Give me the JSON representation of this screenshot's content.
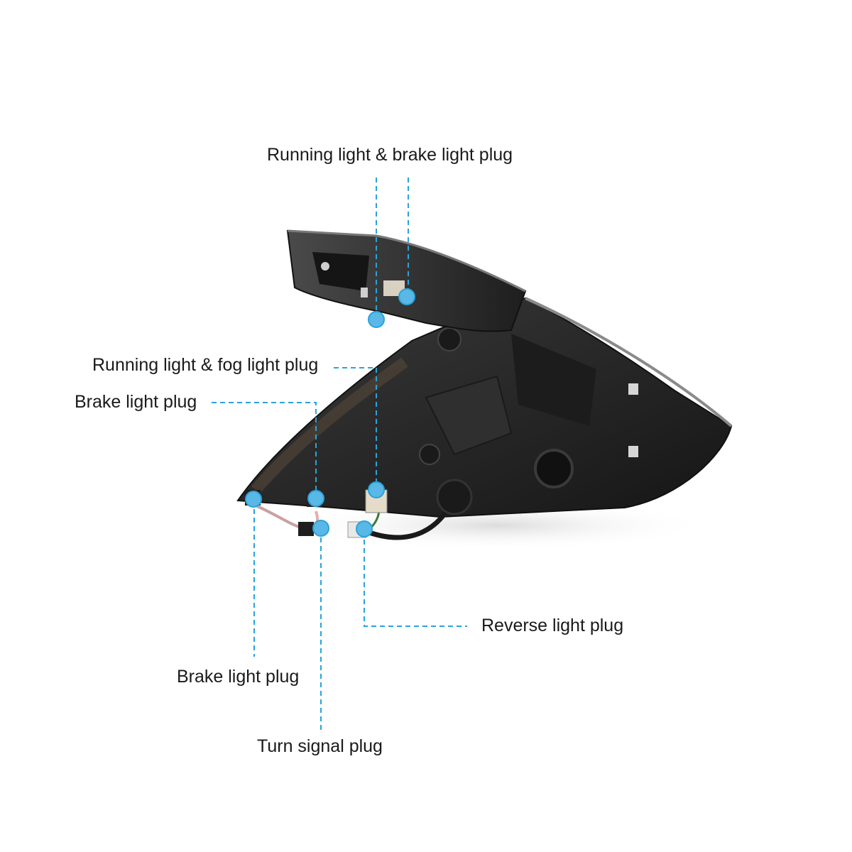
{
  "labels": {
    "running_brake": "Running light & brake light plug",
    "running_fog": "Running light & fog light plug",
    "brake_upper": "Brake light plug",
    "reverse": "Reverse light plug",
    "brake_lower": "Brake light plug",
    "turn_signal": "Turn signal plug"
  },
  "colors": {
    "callout": "#2aa3d9",
    "dot": "#59b8e6",
    "housing": "#2a2a2a",
    "text": "#1a1a1a"
  }
}
